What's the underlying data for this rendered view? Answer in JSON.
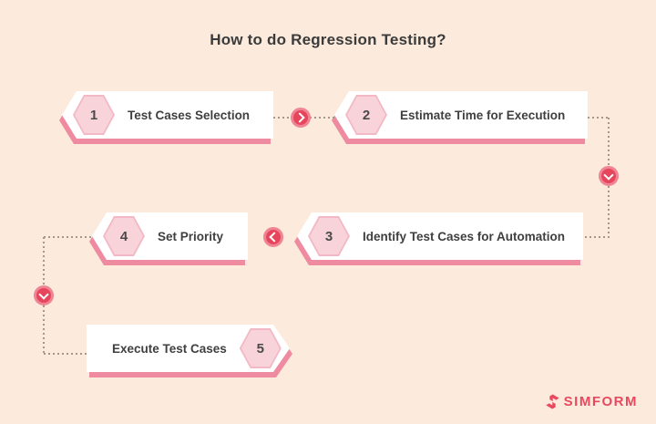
{
  "title": "How to do Regression Testing?",
  "steps": [
    {
      "number": "1",
      "label": "Test Cases Selection"
    },
    {
      "number": "2",
      "label": "Estimate Time for Execution"
    },
    {
      "number": "3",
      "label": "Identify Test Cases for Automation"
    },
    {
      "number": "4",
      "label": "Set Priority"
    },
    {
      "number": "5",
      "label": "Execute Test Cases"
    }
  ],
  "connectors": {
    "step1_to_step2": "chevron-right",
    "step2_to_step3": "chevron-down",
    "step3_to_step4": "chevron-left",
    "step4_to_step5": "chevron-down"
  },
  "logo": {
    "text": "SIMFORM",
    "mark": "simform-s-mark"
  },
  "colors": {
    "background": "#fcebdc",
    "plate": "#ffffff",
    "plate_shadow": "#ef8ba0",
    "hexagon_fill": "#f8d3da",
    "hexagon_border": "#f2b8c5",
    "arrow_circle": "#e7455c",
    "arrow_ring": "#ee8494",
    "dotted_line": "#a39889",
    "text": "#3f3f3f",
    "logo_red": "#e9495e"
  }
}
